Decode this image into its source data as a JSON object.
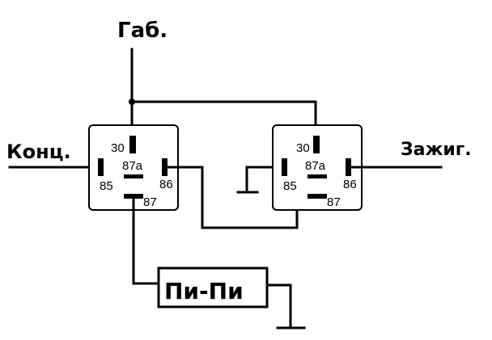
{
  "labels": {
    "top": "Габ.",
    "left": "Конц.",
    "right": "Зажиг.",
    "module": "Пи-Пи"
  },
  "relays": [
    {
      "name": "relay-1",
      "pins": {
        "p30": "30",
        "p87a": "87a",
        "p85": "85",
        "p86": "86",
        "p87": "87"
      }
    },
    {
      "name": "relay-2",
      "pins": {
        "p30": "30",
        "p87a": "87a",
        "p85": "85",
        "p86": "86",
        "p87": "87"
      }
    }
  ],
  "colors": {
    "line": "#000000",
    "background": "#ffffff"
  }
}
